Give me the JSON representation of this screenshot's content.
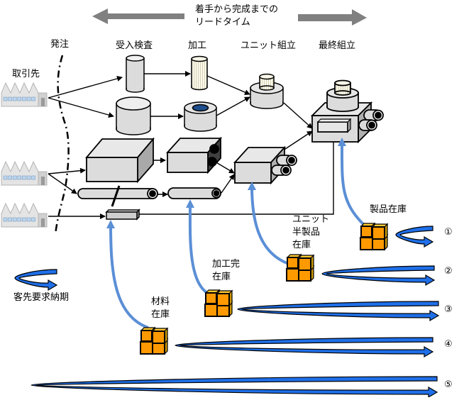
{
  "header": {
    "lead_time_line1": "着手から完成までの",
    "lead_time_line2": "リードタイム"
  },
  "stages": {
    "order": "発注",
    "receiving_inspection": "受入検査",
    "machining": "加工",
    "unit_assembly": "ユニット組立",
    "final_assembly": "最終組立"
  },
  "suppliers": {
    "label": "取引先",
    "count": 3
  },
  "inventories": {
    "product": "製品在庫",
    "unit_semi_line1": "ユニット",
    "unit_semi_line2": "半製品",
    "unit_semi_line3": "在庫",
    "machined_line1": "加工完",
    "machined_line2": "在庫",
    "material_line1": "材料",
    "material_line2": "在庫"
  },
  "legend": {
    "customer_due_date": "客先要求納期"
  },
  "lead_time_markers": [
    "①",
    "②",
    "③",
    "④",
    "⑤"
  ],
  "colors": {
    "arrow_gray": "#808080",
    "part_fill": "#dcdcdc",
    "cube_orange": "#ff9900",
    "cube_top": "#ffcc33",
    "cube_side": "#cc9900",
    "loop_blue": "#1f6fe8",
    "supply_blue": "#5b8fd6",
    "hole_navy": "#1f4e8c"
  }
}
